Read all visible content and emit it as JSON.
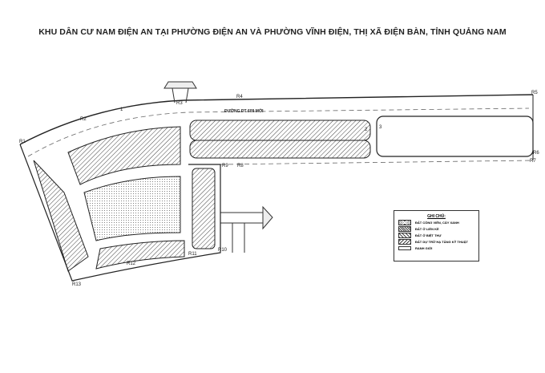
{
  "title": "KHU DÂN CƯ NAM ĐIỆN AN TẠI PHƯỜNG ĐIỆN AN VÀ PHƯỜNG VĨNH ĐIỆN, THỊ XÃ ĐIỆN BÀN, TỈNH QUẢNG NAM",
  "road_label": "ĐƯỜNG ĐT 609 MỚI",
  "points": {
    "r1": "R1",
    "r2": "R2",
    "r3": "R3",
    "r4": "R4",
    "r5": "R5",
    "r6": "R6",
    "r7": "R7",
    "r8": "R8",
    "r9": "R9",
    "r10": "R10",
    "r11": "R11",
    "r12": "R12",
    "r13": "R13"
  },
  "lot_numbers": {
    "a": "1",
    "b": "2",
    "c": "3"
  },
  "legend": {
    "heading": "GHI CHÚ:",
    "items": [
      {
        "label": "ĐẤT CÔNG VIÊN, CÂY XANH",
        "pattern": "dots"
      },
      {
        "label": "ĐẤT Ở LIỀN KỀ",
        "pattern": "hatch-dense"
      },
      {
        "label": "ĐẤT Ở BIỆT THỰ",
        "pattern": "hatch"
      },
      {
        "label": "ĐẤT DỰ TRỮ HẠ TẦNG KỸ THUẬT",
        "pattern": "hatch-cross"
      },
      {
        "label": "RANH GIỚI",
        "pattern": "line"
      }
    ]
  }
}
